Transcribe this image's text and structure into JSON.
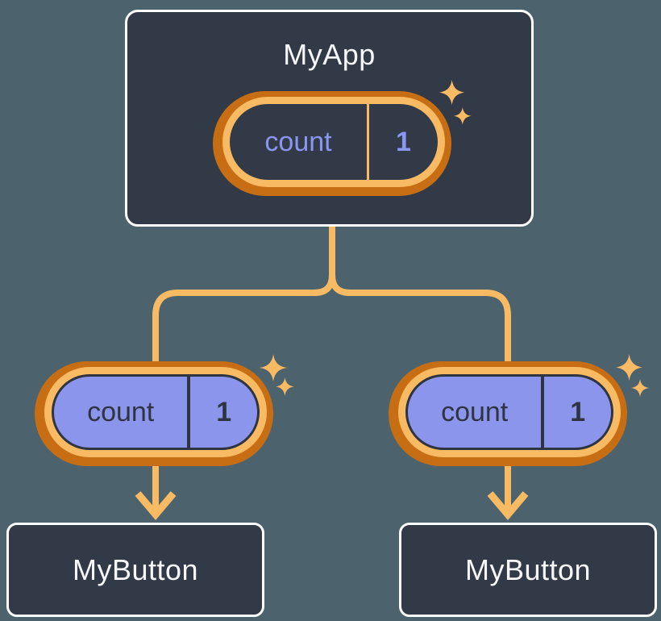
{
  "colors": {
    "background": "#4C636E",
    "card_fill": "#333A47",
    "card_border": "#FFFFFF",
    "card_text": "#F6F7F9",
    "pill_ring_outer": "#C76E14",
    "pill_ring_inner": "#F8BA62",
    "connector_line": "#F8BA62",
    "root_pill_fill": "#333A47",
    "root_pill_text": "#8A96F0",
    "child_pill_fill": "#8B95EC",
    "child_pill_text": "#2E3540"
  },
  "icons": {
    "sparkle": "four-point-star",
    "arrowhead": "chevron-down"
  },
  "root": {
    "title": "MyApp",
    "state": {
      "label": "count",
      "value": "1"
    }
  },
  "children": [
    {
      "title": "MyButton",
      "prop": {
        "label": "count",
        "value": "1"
      }
    },
    {
      "title": "MyButton",
      "prop": {
        "label": "count",
        "value": "1"
      }
    }
  ]
}
